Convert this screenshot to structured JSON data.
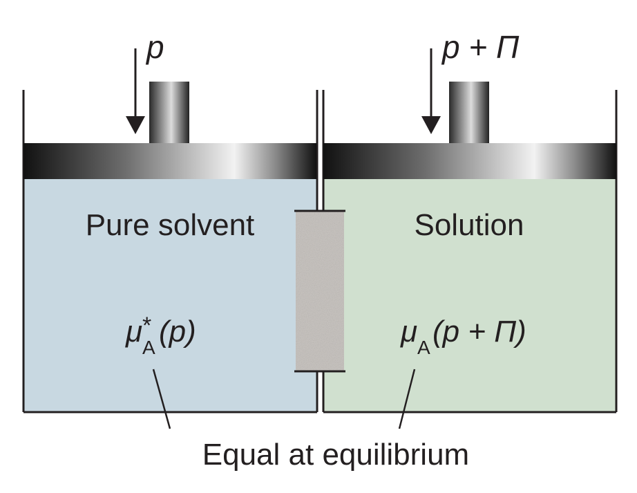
{
  "left_chamber": {
    "label": "Pure solvent",
    "pressure_label": "p",
    "potential": {
      "symbol": "μ",
      "subscript": "A",
      "superscript": "*",
      "argument": "(p)"
    },
    "fill_color": "#c8d8e1"
  },
  "right_chamber": {
    "label": "Solution",
    "pressure_label": "p + Π",
    "potential": {
      "symbol": "μ",
      "subscript": "A",
      "argument": "(p + Π)"
    },
    "fill_color": "#d0e0cf"
  },
  "membrane": {
    "color": "#c9c5c1"
  },
  "caption": "Equal at equilibrium"
}
